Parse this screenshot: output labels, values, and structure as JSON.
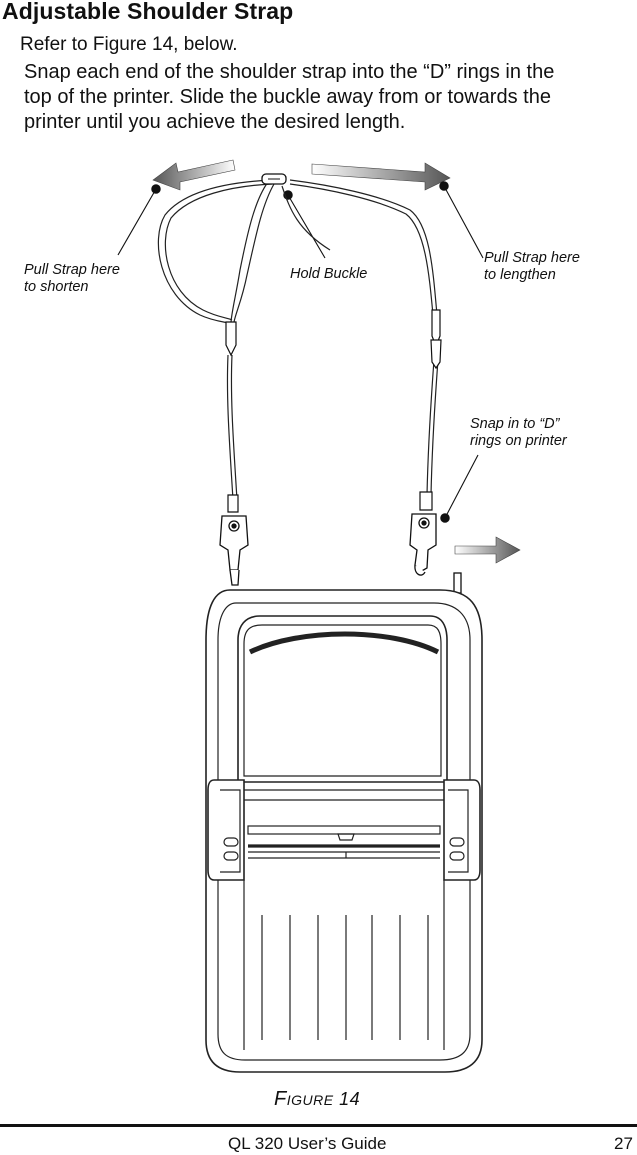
{
  "section": {
    "title": "Adjustable Shoulder Strap",
    "refer": "Refer to Figure 14, below.",
    "paragraph_lines": [
      "Snap each end of the shoulder strap into the “D” rings in the",
      "top of the printer.  Slide the buckle away from or towards the",
      "printer until you achieve the desired length."
    ]
  },
  "figure": {
    "callouts": {
      "shorten": [
        "Pull Strap here",
        "to  shorten"
      ],
      "buckle": [
        "Hold Buckle"
      ],
      "lengthen": [
        "Pull Strap here",
        "to  lengthen"
      ],
      "snap": [
        "Snap in to “D”",
        "rings on printer"
      ]
    },
    "caption_prefix": "F",
    "caption_small": "igure",
    "caption_number": "14"
  },
  "footer": {
    "title": "QL 320 User’s Guide",
    "page": "27"
  },
  "icons": [
    "arrow-left-icon",
    "arrow-right-icon",
    "leader-dot-icon",
    "snap-hook-icon",
    "buckle-icon",
    "printer-illustration"
  ]
}
